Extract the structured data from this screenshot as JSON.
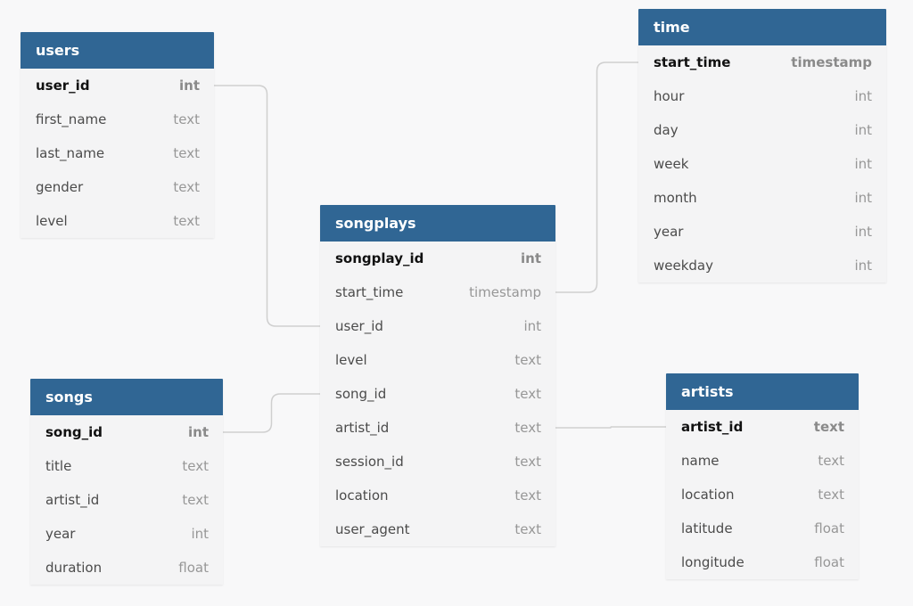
{
  "colors": {
    "header_bg": "#306694",
    "header_text": "#ffffff",
    "table_bg": "#f4f4f5",
    "connector": "#cfcfcf",
    "page_bg": "#f8f8f9"
  },
  "tables": {
    "users": {
      "title": "users",
      "columns": [
        {
          "name": "user_id",
          "type": "int",
          "primary": true
        },
        {
          "name": "first_name",
          "type": "text"
        },
        {
          "name": "last_name",
          "type": "text"
        },
        {
          "name": "gender",
          "type": "text"
        },
        {
          "name": "level",
          "type": "text"
        }
      ]
    },
    "time": {
      "title": "time",
      "columns": [
        {
          "name": "start_time",
          "type": "timestamp",
          "primary": true
        },
        {
          "name": "hour",
          "type": "int"
        },
        {
          "name": "day",
          "type": "int"
        },
        {
          "name": "week",
          "type": "int"
        },
        {
          "name": "month",
          "type": "int"
        },
        {
          "name": "year",
          "type": "int"
        },
        {
          "name": "weekday",
          "type": "int"
        }
      ]
    },
    "songplays": {
      "title": "songplays",
      "columns": [
        {
          "name": "songplay_id",
          "type": "int",
          "primary": true
        },
        {
          "name": "start_time",
          "type": "timestamp"
        },
        {
          "name": "user_id",
          "type": "int"
        },
        {
          "name": "level",
          "type": "text"
        },
        {
          "name": "song_id",
          "type": "text"
        },
        {
          "name": "artist_id",
          "type": "text"
        },
        {
          "name": "session_id",
          "type": "text"
        },
        {
          "name": "location",
          "type": "text"
        },
        {
          "name": "user_agent",
          "type": "text"
        }
      ]
    },
    "songs": {
      "title": "songs",
      "columns": [
        {
          "name": "song_id",
          "type": "int",
          "primary": true
        },
        {
          "name": "title",
          "type": "text"
        },
        {
          "name": "artist_id",
          "type": "text"
        },
        {
          "name": "year",
          "type": "int"
        },
        {
          "name": "duration",
          "type": "float"
        }
      ]
    },
    "artists": {
      "title": "artists",
      "columns": [
        {
          "name": "artist_id",
          "type": "text",
          "primary": true
        },
        {
          "name": "name",
          "type": "text"
        },
        {
          "name": "location",
          "type": "text"
        },
        {
          "name": "latitude",
          "type": "float"
        },
        {
          "name": "longitude",
          "type": "float"
        }
      ]
    }
  },
  "relationships": [
    {
      "from_table": "users",
      "from_column": "user_id",
      "to_table": "songplays",
      "to_column": "user_id"
    },
    {
      "from_table": "time",
      "from_column": "start_time",
      "to_table": "songplays",
      "to_column": "start_time"
    },
    {
      "from_table": "songs",
      "from_column": "song_id",
      "to_table": "songplays",
      "to_column": "song_id"
    },
    {
      "from_table": "artists",
      "from_column": "artist_id",
      "to_table": "songplays",
      "to_column": "artist_id"
    }
  ]
}
